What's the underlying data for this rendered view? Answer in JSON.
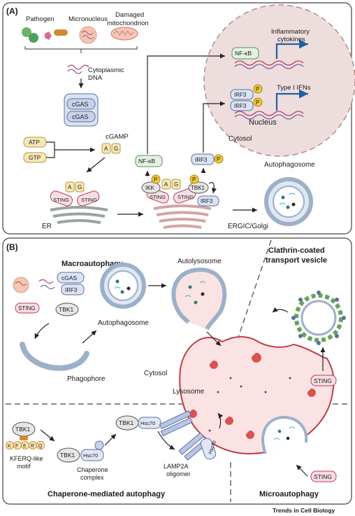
{
  "panel_a": {
    "label": "(A)",
    "triggers": [
      "Pathogen",
      "Micronucleus",
      "Damaged",
      "mitochondrion"
    ],
    "cytoplasmic_dna": [
      "Cytoplasmic",
      "DNA"
    ],
    "cgas": "cGAS",
    "atp": "ATP",
    "gtp": "GTP",
    "cgamp": "cGAMP",
    "a": "A",
    "g": "G",
    "sting": "STING",
    "er": "ER",
    "ikk": "IKK",
    "tbk1": "TBK1",
    "irf3": "IRF3",
    "p": "P",
    "nfkb": "NF-κB",
    "inflammatory": [
      "Inflammatory",
      "cytokines"
    ],
    "type1": "Type I IFNs",
    "nucleus": "Nucleus",
    "cytosol": "Cytosol",
    "autophagosome": "Autophagosome",
    "ergic": "ERGIC/Golgi"
  },
  "panel_b": {
    "label": "(B)",
    "macro": "Macroautophagy",
    "cgas": "cGAS",
    "irf3": "IRF3",
    "sting": "STING",
    "tbk1": "TBK1",
    "autophagosome": "Autophagosome",
    "phagophore": "Phagophore",
    "autolysosome": "Autolysosome",
    "clathrin": [
      "Clathrin-coated",
      "transport vesicle"
    ],
    "cytosol": "Cytosol",
    "lysosome": "Lysosome",
    "kferq_letters": [
      "K",
      "F",
      "E",
      "R",
      "Q"
    ],
    "kferq_label": [
      "KFERQ-like",
      "motif"
    ],
    "hsc70": "Hsc70",
    "chaperone": [
      "Chaperone",
      "complex"
    ],
    "lamp2a": [
      "LAMP2A",
      "oligomer"
    ],
    "cma": "Chaperone-mediated autophagy",
    "micro": "Microautophagy"
  },
  "footer": "Trends in Cell Biology",
  "colors": {
    "sting": "#f6dfe3",
    "sting_stroke": "#c0395a",
    "box_green": "#e4f1e2",
    "box_gold": "#f7e7b4",
    "box_blue": "#dbe4f4",
    "p": "#f2c832",
    "nucleus": "#eddedd",
    "lysosome": "#fbe3e3",
    "lyso_stroke": "#c33b4a",
    "arrow_blue": "#1f5fa3"
  }
}
